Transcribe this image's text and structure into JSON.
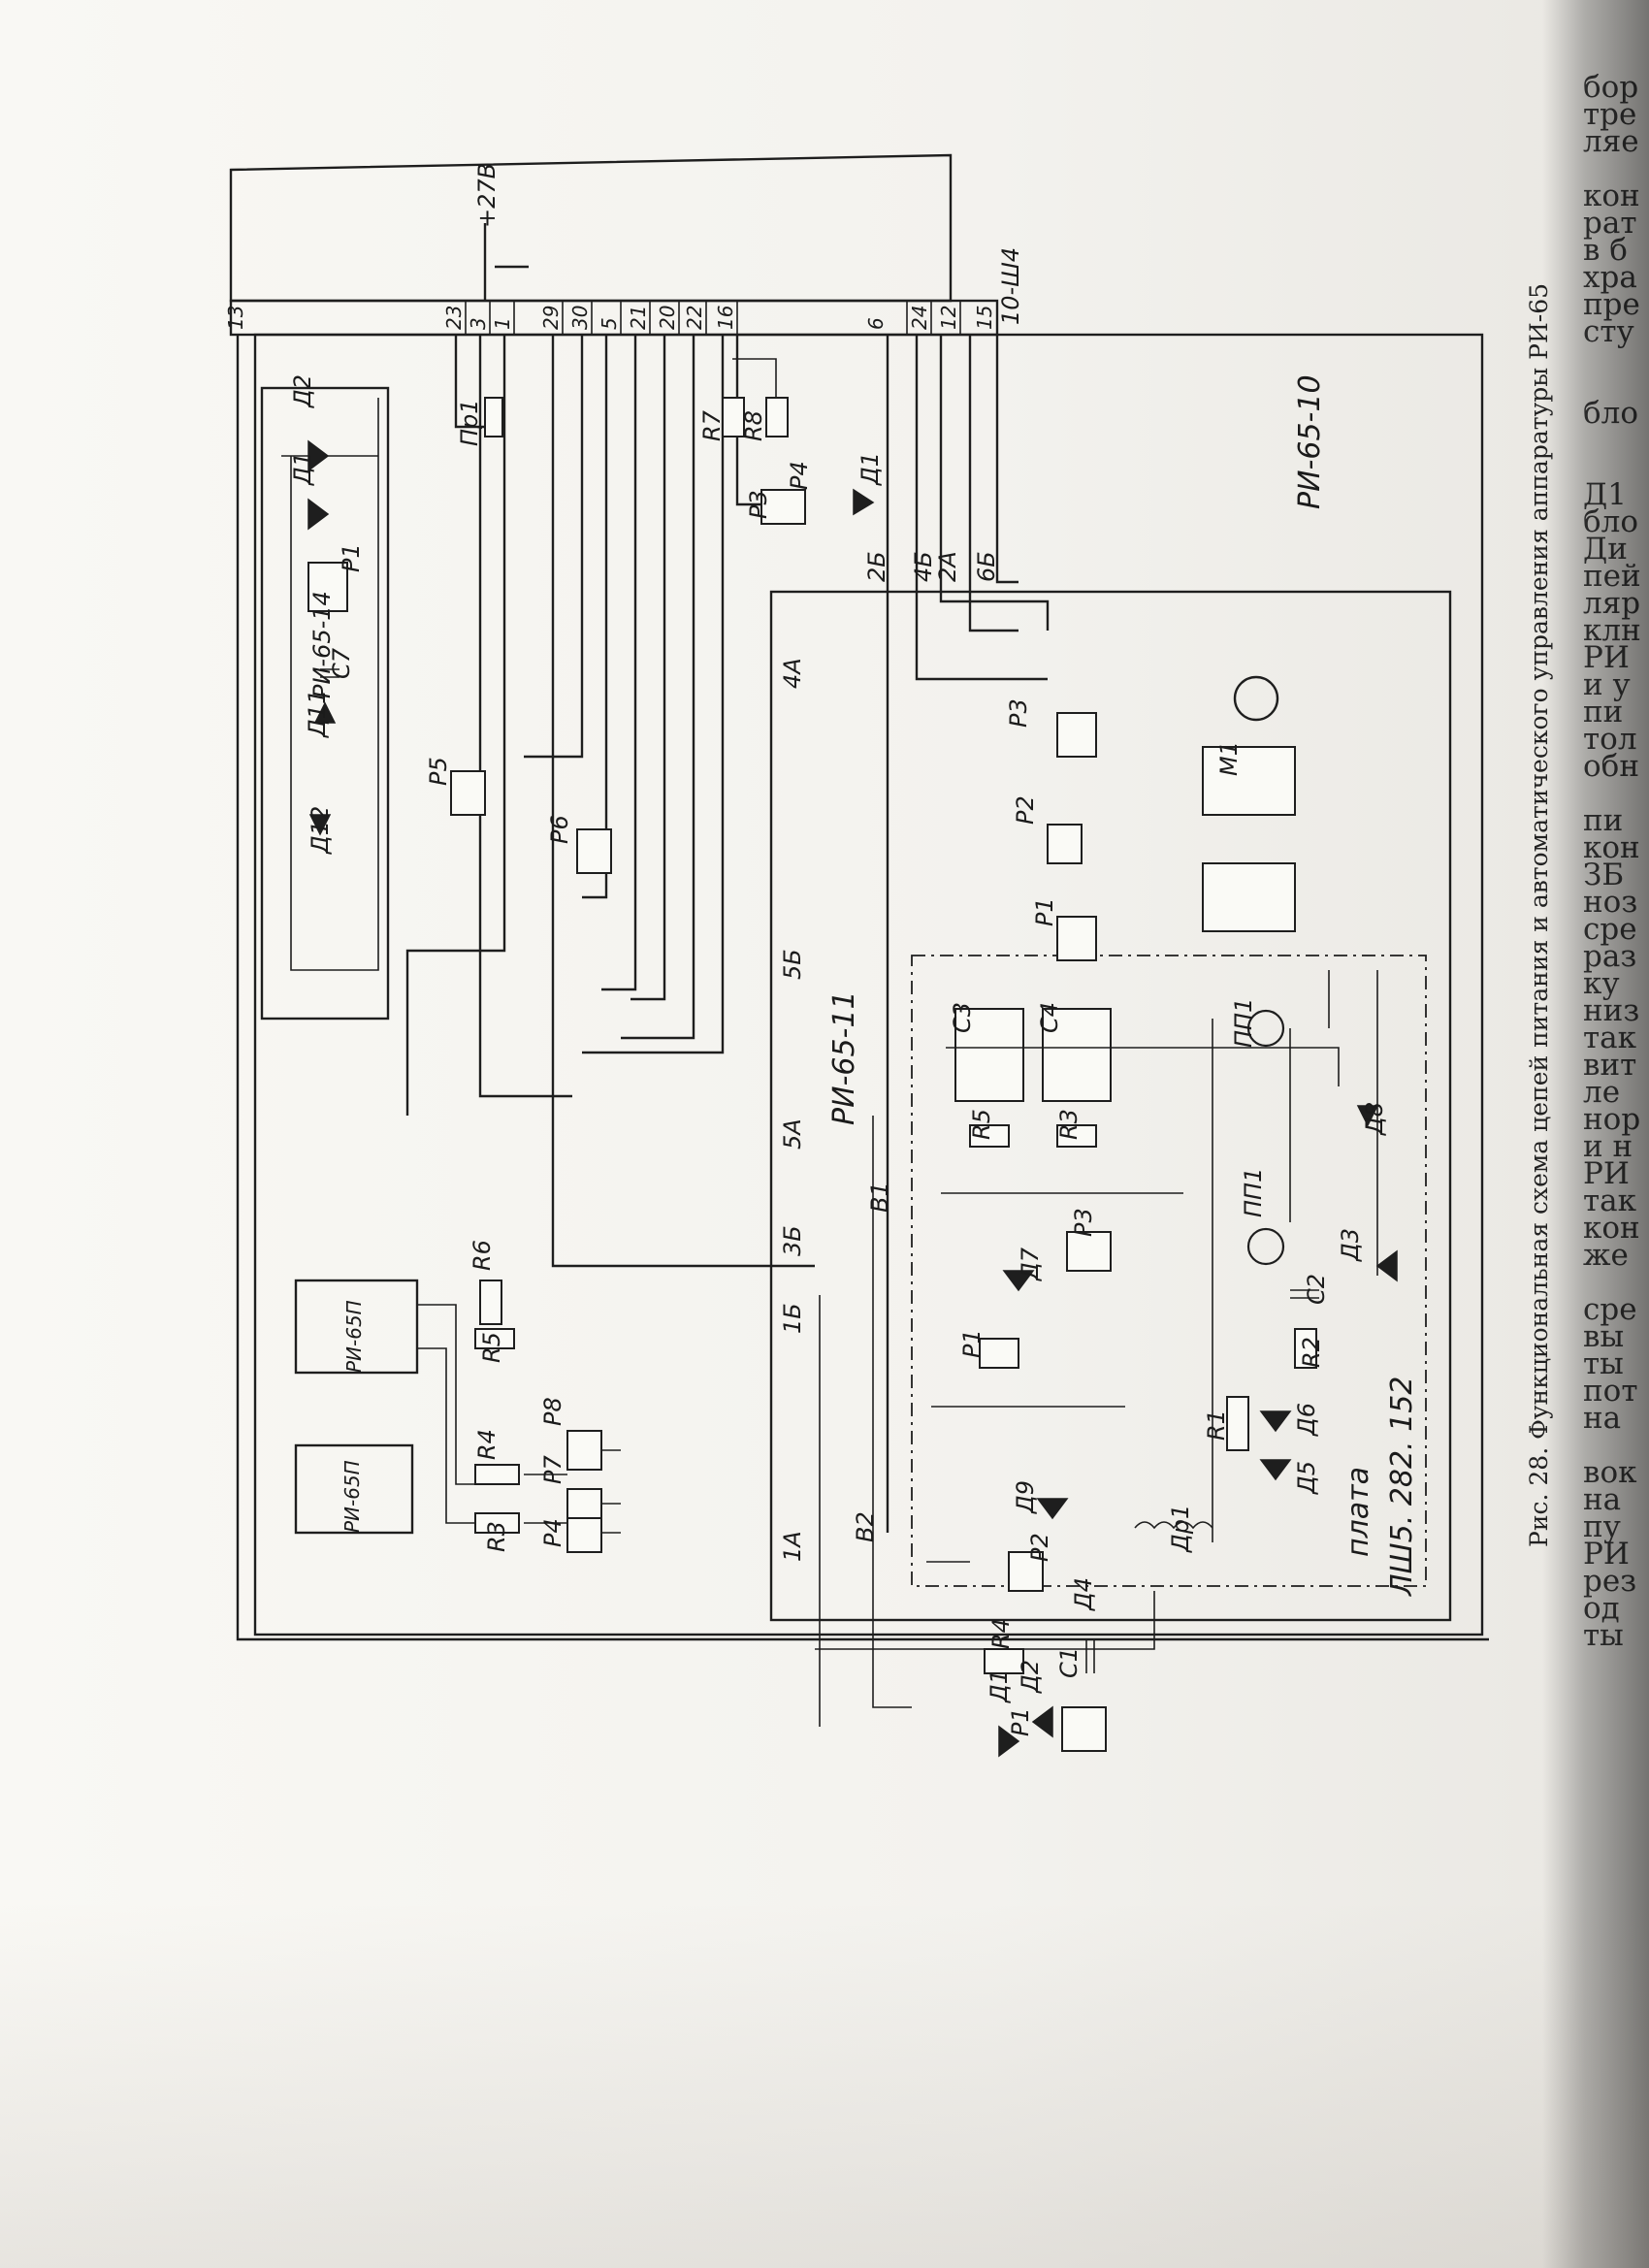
{
  "caption": "Рис. 28. Функциональная схема цепей питания и автоматического управления аппаратуры РИ-65",
  "modules": {
    "main": "РИ-65-10",
    "power_block": "РИ-65-14",
    "control_block": "РИ-65-11",
    "board": "плата",
    "board_code": "ЛШ5. 282. 152",
    "relay_a": "РИ-65П",
    "relay_b": "РИ-65П"
  },
  "connector": {
    "name": "10-Ш4",
    "supply": "+27В",
    "pins": [
      "13",
      "23",
      "3",
      "1",
      "29",
      "30",
      "5",
      "21",
      "20",
      "22",
      "16",
      "6",
      "24",
      "12",
      "15"
    ]
  },
  "inner_connector_pins": [
    "2Б",
    "4Б",
    "2А",
    "6Б",
    "4А",
    "5Б",
    "5А",
    "3Б",
    "1Б",
    "1А"
  ],
  "components": {
    "pr1": "Пр1",
    "r7": "R7",
    "r8": "R8",
    "p3_top": "Р3",
    "p4_top": "Р4",
    "d1_top": "Д1",
    "d1": "Д1",
    "d2": "Д2",
    "p1_blk": "Р1",
    "c7": "С7",
    "d11": "Д11",
    "d12": "Д12",
    "p5": "Р5",
    "p6": "Р6",
    "p3": "Р3",
    "p2": "Р2",
    "p1": "Р1",
    "m1": "М1",
    "pp1_a": "ПП1",
    "pp1_b": "ПП1",
    "c3": "С3",
    "c4": "С4",
    "r5": "R5",
    "r3": "R3",
    "d8": "Д8",
    "d3": "Д3",
    "c2": "С2",
    "r2": "R2",
    "r1": "R1",
    "d6": "Д6",
    "d5": "Д5",
    "dr1": "Др1",
    "b1": "В1",
    "b2": "В2",
    "d7": "Д7",
    "p3_mid": "Р3",
    "p1_mid": "Р1",
    "d9": "Д9",
    "p2_mid": "Р2",
    "d4": "Д4",
    "r4": "R4",
    "c1": "С1",
    "d1_low": "Д1",
    "d2_low": "Д2",
    "p1_low": "Р1",
    "r6": "R6",
    "r5_ext": "R5",
    "r4_ext": "R4",
    "r3_ext": "R3",
    "p8": "Р8",
    "p7": "Р7",
    "p4": "Р4"
  },
  "right_text": [
    "бор",
    "тре",
    "ляе",
    "",
    "кон",
    "рат",
    "в б",
    "хра",
    "пре",
    "сту",
    "",
    "",
    "бло",
    "",
    "",
    "Д1",
    "бло",
    "Ди",
    "пей",
    "ляр",
    "клн",
    "РИ",
    "и у",
    "пи",
    "тол",
    "обн",
    "",
    "пи",
    "кон",
    "ЗБ",
    "ноз",
    "сре",
    "раз",
    "ку",
    "низ",
    "так",
    "вит",
    "ле",
    "нор",
    "и н",
    "РИ",
    "так",
    "кон",
    "же",
    "",
    "сре",
    "вы",
    "ты",
    "пот",
    "на",
    "",
    "вок",
    "на",
    "пу",
    "РИ",
    "рез",
    "од",
    "ты"
  ]
}
